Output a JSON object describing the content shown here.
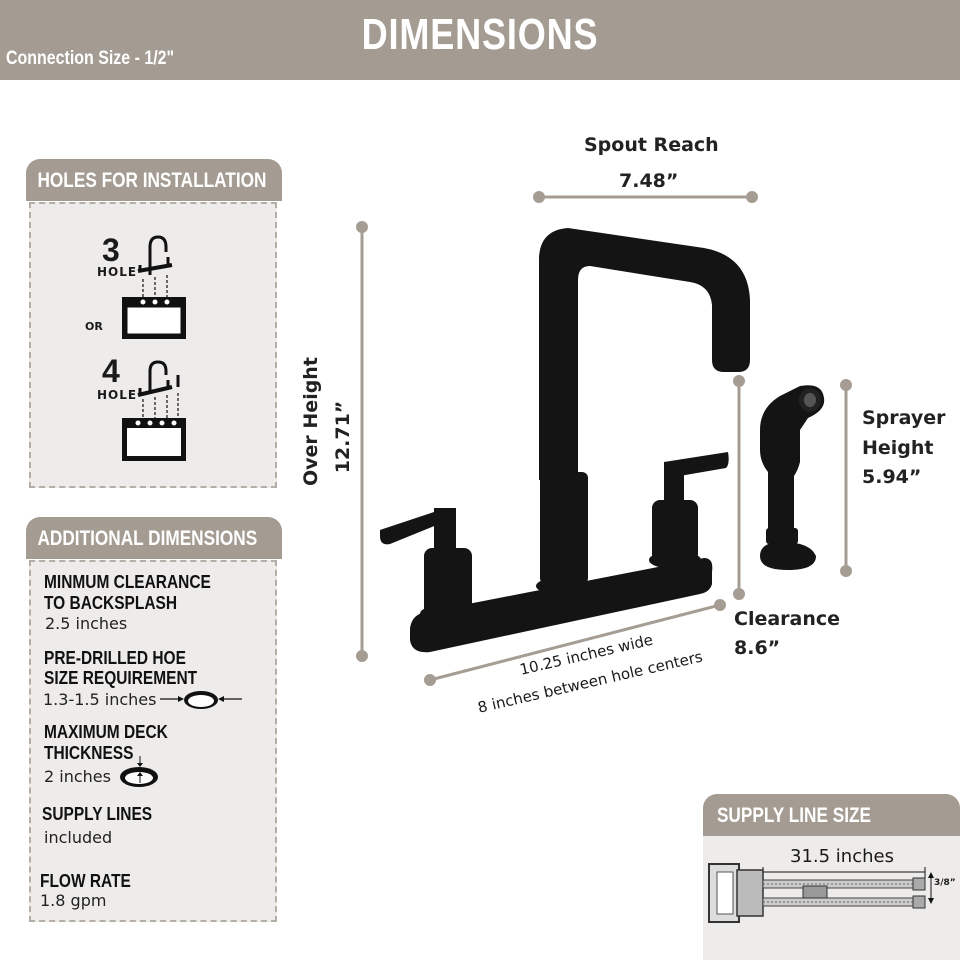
{
  "header": {
    "title": "DIMENSIONS",
    "connection_size": "Connection Size - 1/2\""
  },
  "holes": {
    "tab": "HOLES FOR INSTALLATION",
    "three": "3",
    "three_label": "HOLE",
    "or": "OR",
    "four": "4",
    "four_label": "HOLE"
  },
  "additional": {
    "tab": "ADDITIONAL DIMENSIONS",
    "items": [
      {
        "h1": "MINMUM CLEARANCE",
        "h2": "TO BACKSPLASH",
        "value": "2.5 inches"
      },
      {
        "h1": "PRE-DRILLED HOE",
        "h2": "SIZE REQUIREMENT",
        "value": "1.3-1.5 inches"
      },
      {
        "h1": "MAXIMUM DECK",
        "h2": "THICKNESS",
        "value": "2 inches"
      },
      {
        "h1": "SUPPLY LINES",
        "value": "included"
      },
      {
        "h1": "FLOW RATE",
        "value": "1.8 gpm"
      }
    ]
  },
  "dims": {
    "spout_reach_label": "Spout Reach",
    "spout_reach_value": "7.48”",
    "over_height_label": "Over Height",
    "over_height_value": "12.71”",
    "sprayer_label_1": "Sprayer",
    "sprayer_label_2": "Height",
    "sprayer_value": "5.94”",
    "clearance_label": "Clearance",
    "clearance_value": "8.6”",
    "width_line_1": "10.25 inches wide",
    "width_line_2": "8 inches between hole centers"
  },
  "supply": {
    "tab": "SUPPLY LINE SIZE",
    "length": "31.5 inches",
    "diameter": "3/8”"
  },
  "colors": {
    "header": "#a49c92",
    "panel": "#eeecea",
    "dim_line": "#a59d93",
    "faucet": "#141414"
  }
}
